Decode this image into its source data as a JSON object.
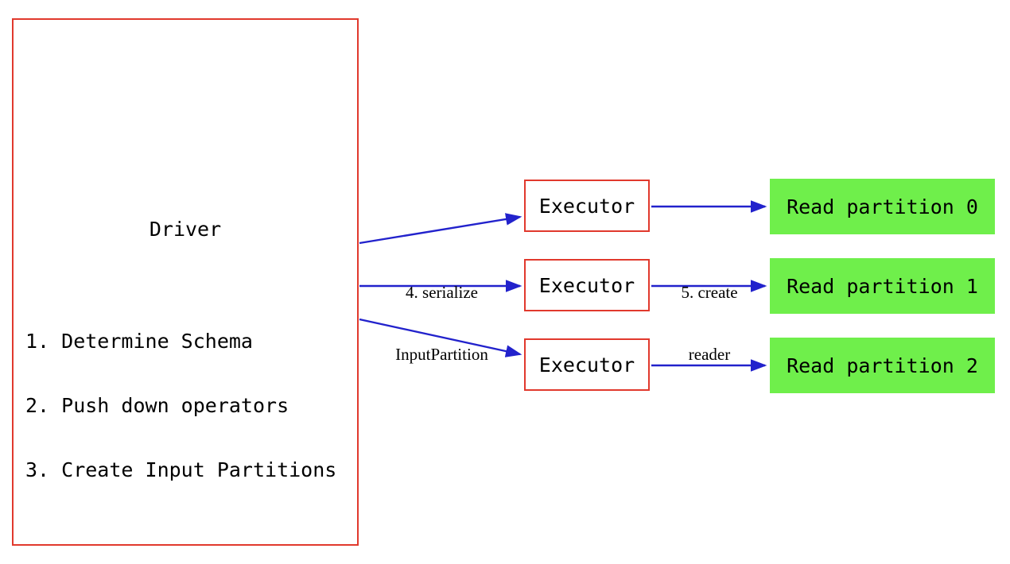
{
  "diagram": {
    "driver": {
      "title": "Driver",
      "steps": [
        "1. Determine Schema",
        "2. Push down operators",
        "3. Create Input Partitions"
      ]
    },
    "executors": [
      {
        "label": "Executor"
      },
      {
        "label": "Executor"
      },
      {
        "label": "Executor"
      }
    ],
    "read_partitions": [
      {
        "label": "Read partition 0"
      },
      {
        "label": "Read partition 1"
      },
      {
        "label": "Read partition 2"
      }
    ],
    "edge_labels": {
      "serialize": {
        "line1": "4. serialize",
        "line2": "InputPartition"
      },
      "create_reader": {
        "line1": "5. create",
        "line2": "reader"
      }
    },
    "colors": {
      "box_border_red": "#e1392d",
      "arrow_blue": "#2222cc",
      "partition_green": "#6fef4b",
      "text": "#000000",
      "background": "#ffffff"
    }
  }
}
